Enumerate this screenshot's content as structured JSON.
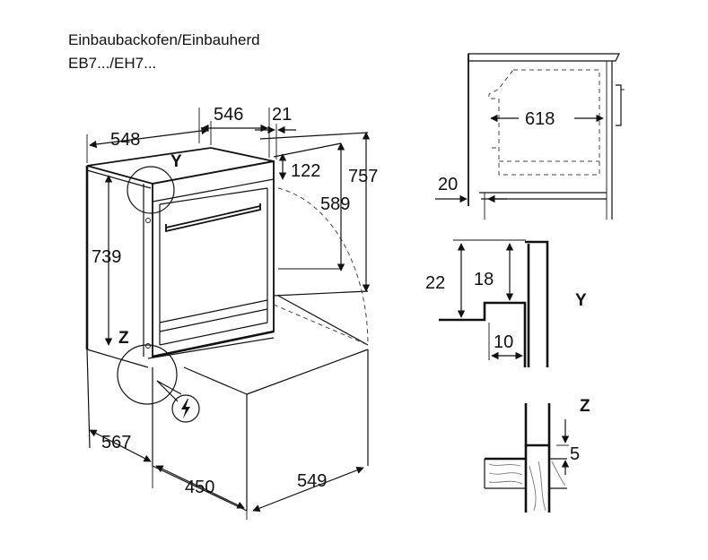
{
  "header": {
    "line1": "Einbaubackofen/Einbauherd",
    "line2": "EB7.../EH7..."
  },
  "main_view": {
    "width_548": "548",
    "width_546": "546",
    "depth_21": "21",
    "height_122": "122",
    "height_757": "757",
    "height_589": "589",
    "height_739": "739",
    "depth_567": "567",
    "depth_450": "450",
    "width_549": "549",
    "label_y": "Y",
    "label_z": "Z"
  },
  "side_view": {
    "depth_618": "618",
    "offset_20": "20"
  },
  "detail_y": {
    "label": "Y",
    "dim_22": "22",
    "dim_18": "18",
    "dim_10": "10"
  },
  "detail_z": {
    "label": "Z",
    "dim_5": "5"
  },
  "icons": {
    "power": "power-connection-icon"
  }
}
